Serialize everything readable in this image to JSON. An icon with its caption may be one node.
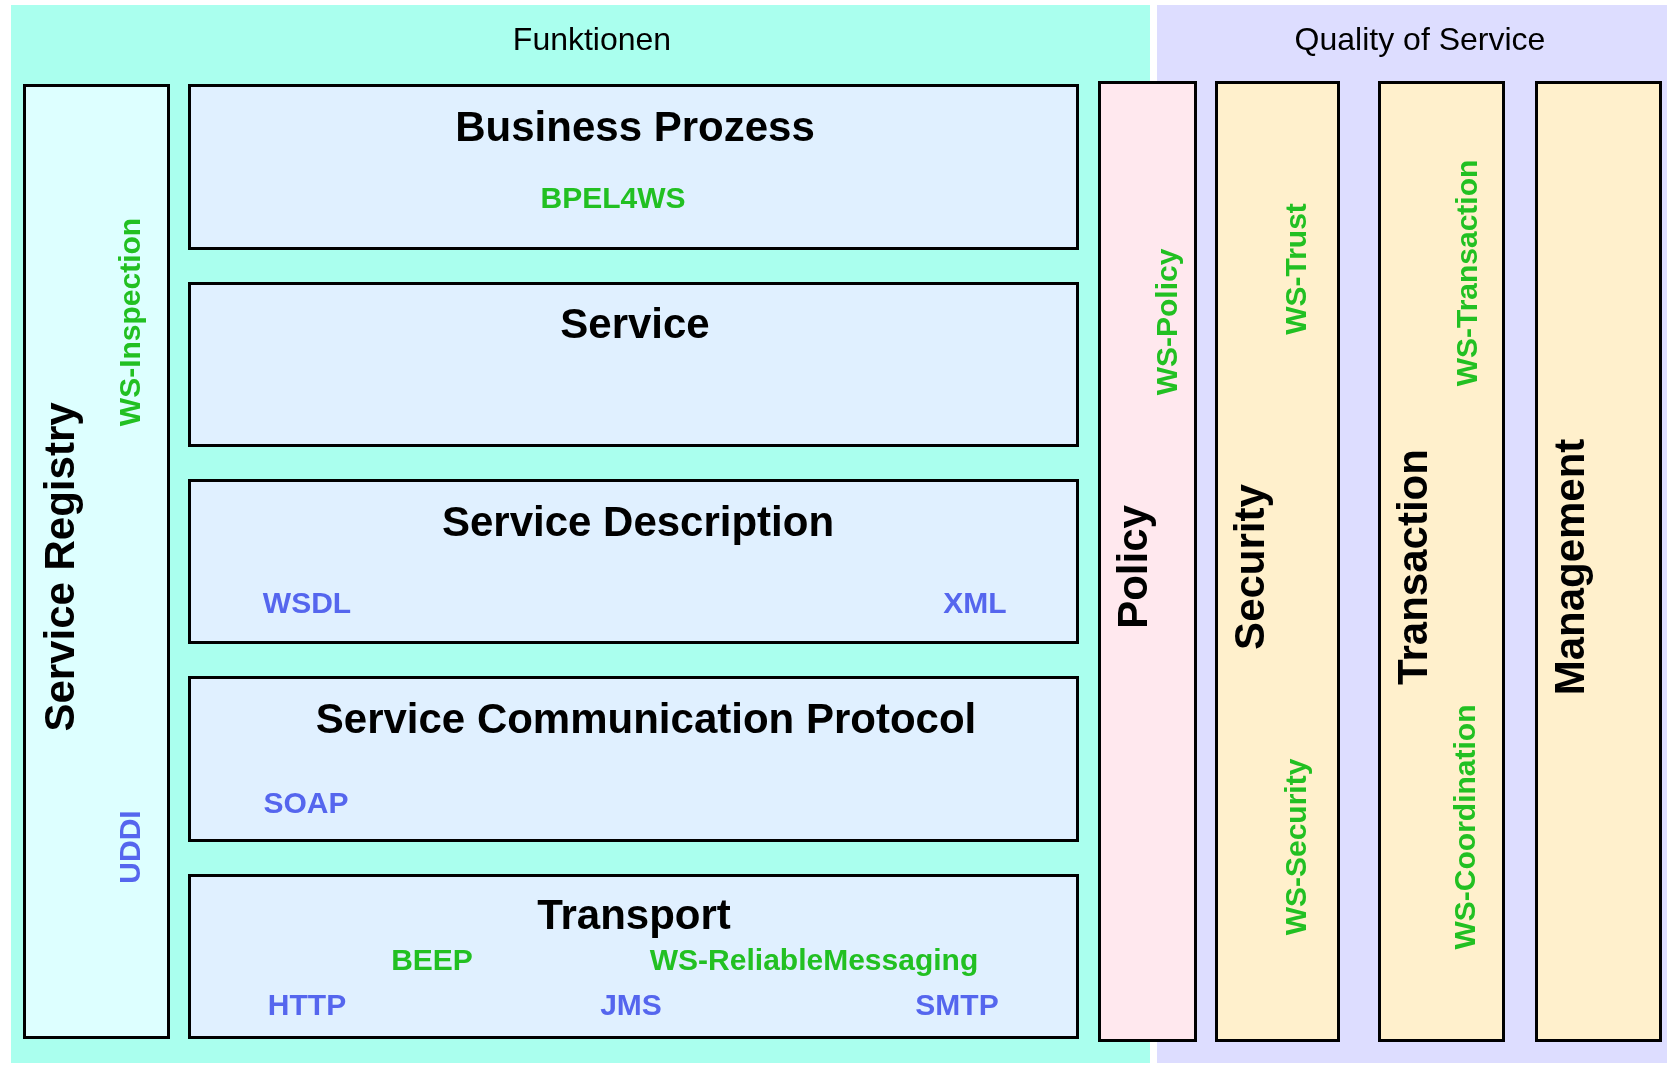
{
  "diagram": {
    "nodes": [
      {
        "text": [
          "Funktionen"
        ]
      },
      {
        "text": [
          "Service Registry",
          "WS-Inspection",
          "UDDI"
        ],
        "in": 0
      },
      {
        "text": [
          "Business Prozess",
          "BPEL4WS"
        ],
        "in": 0
      },
      {
        "text": [
          "Service"
        ],
        "in": 0
      },
      {
        "text": [
          "Service Description",
          "WSDL",
          "XML"
        ],
        "in": 0
      },
      {
        "text": [
          "Service Communication Protocol",
          "SOAP"
        ],
        "in": 0
      },
      {
        "text": [
          "Transport",
          "BEEP",
          "WS-ReliableMessaging",
          "HTTP",
          "JMS",
          "SMTP"
        ],
        "in": 0
      },
      {
        "text": [
          "Policy",
          "WS-Policy"
        ]
      },
      {
        "text": [
          "Quality of Service"
        ]
      },
      {
        "text": [
          "Security",
          "WS-Trust",
          "WS-Security"
        ],
        "in": 8
      },
      {
        "text": [
          "Transaction",
          "WS-Transaction",
          "WS-Coordination"
        ],
        "in": 8
      },
      {
        "text": [
          "Management"
        ],
        "in": 8
      }
    ]
  }
}
